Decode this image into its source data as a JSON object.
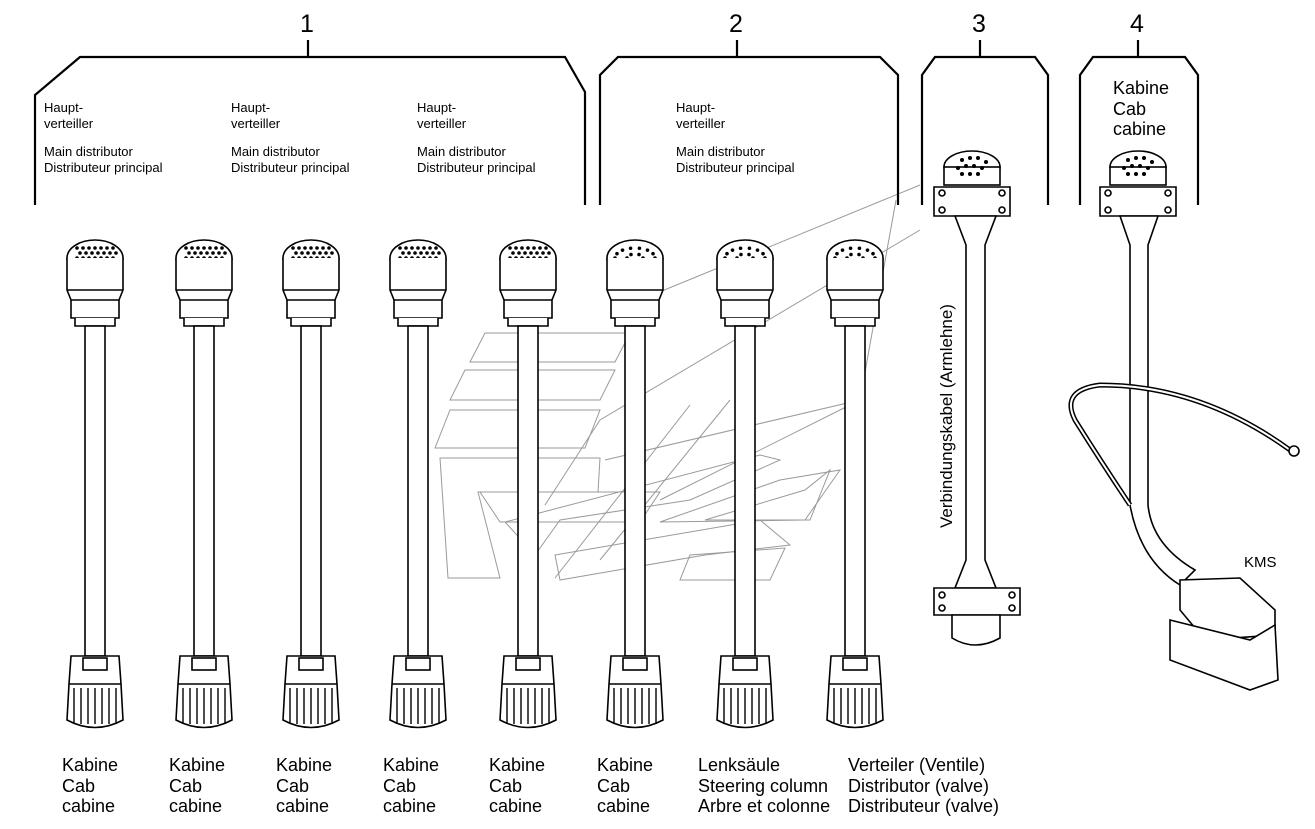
{
  "groups": [
    {
      "number": "1",
      "headers": [
        {
          "line1": "Haupt-",
          "line2": "verteiller",
          "line3": "Main distributor",
          "line4": "Distributeur principal"
        },
        {
          "line1": "Haupt-",
          "line2": "verteiller",
          "line3": "Main distributor",
          "line4": "Distributeur principal"
        },
        {
          "line1": "Haupt-",
          "line2": "verteiller",
          "line3": "Main distributor",
          "line4": "Distributeur principal"
        }
      ]
    },
    {
      "number": "2",
      "headers": [
        {
          "line1": "Haupt-",
          "line2": "verteiller",
          "line3": "Main distributor",
          "line4": "Distributeur principal"
        }
      ]
    },
    {
      "number": "3",
      "cable_label": "Verbindungskabel (Armlehne)"
    },
    {
      "number": "4",
      "header": {
        "line1": "Kabine",
        "line2": "Cab",
        "line3": "cabine"
      },
      "module_label": "KMS"
    }
  ],
  "cable_labels": [
    {
      "line1": "Kabine",
      "line2": "Cab",
      "line3": "cabine"
    },
    {
      "line1": "Kabine",
      "line2": "Cab",
      "line3": "cabine"
    },
    {
      "line1": "Kabine",
      "line2": "Cab",
      "line3": "cabine"
    },
    {
      "line1": "Kabine",
      "line2": "Cab",
      "line3": "cabine"
    },
    {
      "line1": "Kabine",
      "line2": "Cab",
      "line3": "cabine"
    },
    {
      "line1": "Kabine",
      "line2": "Cab",
      "line3": "cabine"
    },
    {
      "line1": "Lenksäule",
      "line2": "Steering column",
      "line3": "Arbre et colonne"
    },
    {
      "line1": "Verteiler (Ventile)",
      "line2": "Distributor (valve)",
      "line3": "Distributeur (valve)"
    }
  ],
  "colors": {
    "line": "#000000",
    "watermark": "#9a9a9a"
  }
}
